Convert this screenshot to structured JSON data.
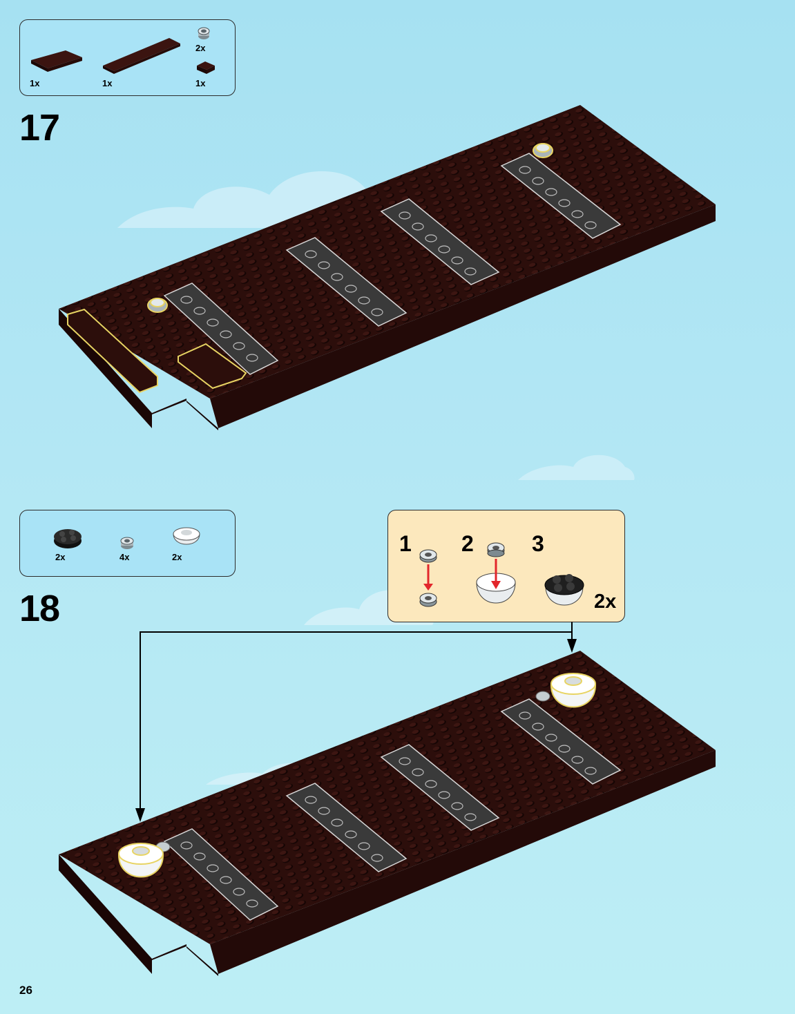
{
  "page_number": "26",
  "step17": {
    "number": "17",
    "parts": [
      {
        "name": "plate-2x4-dark-red",
        "qty": "1x"
      },
      {
        "name": "plate-1x8-dark-red",
        "qty": "1x"
      },
      {
        "name": "round-plate-trans-clear",
        "qty": "2x"
      },
      {
        "name": "plate-1x1-dark-red",
        "qty": "1x"
      }
    ]
  },
  "step18": {
    "number": "18",
    "parts": [
      {
        "name": "round-plate-2x2-black",
        "qty": "2x"
      },
      {
        "name": "round-plate-trans-clear",
        "qty": "4x"
      },
      {
        "name": "dome-white",
        "qty": "2x"
      }
    ],
    "sub_steps": [
      "1",
      "2",
      "3"
    ],
    "sub_multiplier": "2x"
  },
  "colors": {
    "sky": "#a6e1f2",
    "baseplate": "#2a0e0b",
    "highlight": "#e8d463",
    "arrow_red": "#e2262b"
  }
}
